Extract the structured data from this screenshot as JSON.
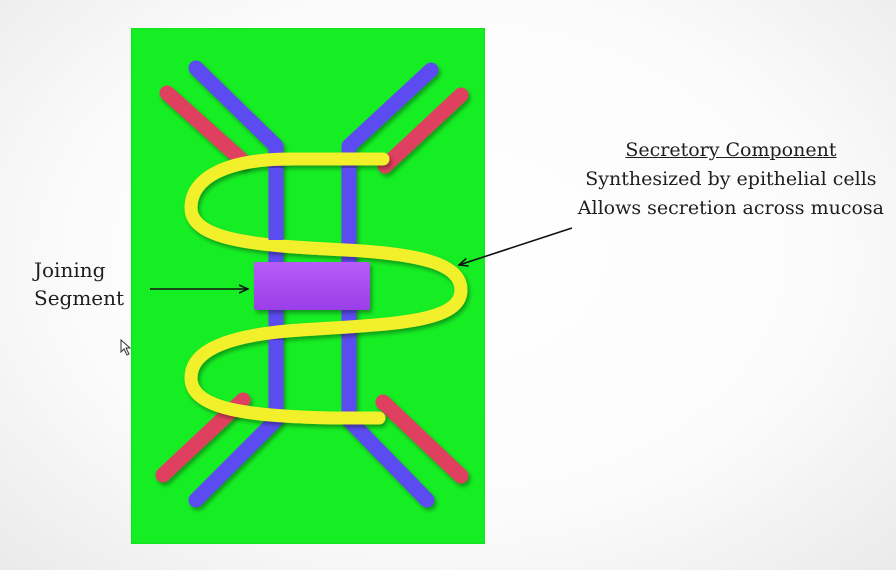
{
  "labels": {
    "joining_line1": "Joining",
    "joining_line2": "Segment",
    "secretory_title": "Secretory Component",
    "secretory_line1": "Synthesized by epithelial cells",
    "secretory_line2": "Allows secretion across mucosa"
  },
  "colors": {
    "background_panel": "#16ee24",
    "heavy_chain": "#5b4cf0",
    "light_chain": "#e0405e",
    "secretory_component": "#f2f02a",
    "joining_segment": "#a64af0"
  },
  "icons": {
    "cursor": "mouse-pointer-icon"
  }
}
